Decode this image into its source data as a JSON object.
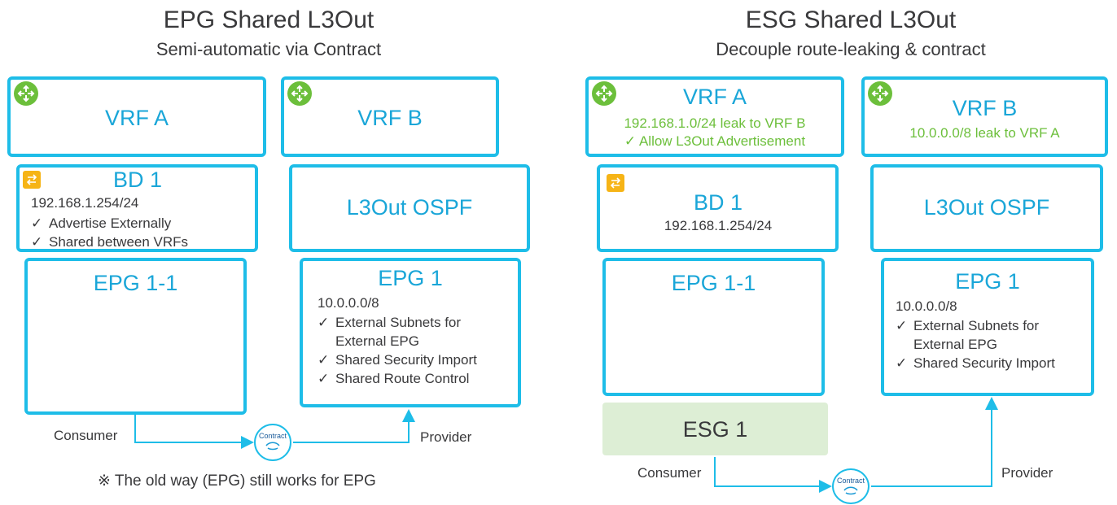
{
  "left": {
    "heading": "EPG Shared L3Out",
    "subheading": "Semi-automatic via Contract",
    "vrf_a": {
      "title": "VRF A",
      "icon": "router-icon"
    },
    "vrf_b": {
      "title": "VRF B",
      "icon": "router-icon"
    },
    "bd": {
      "title": "BD 1",
      "subnet": "192.168.1.254/24",
      "checks": [
        "Advertise Externally",
        "Shared between VRFs"
      ],
      "icon": "bridge-domain-icon"
    },
    "l3out": {
      "title": "L3Out OSPF"
    },
    "epg_consumer": {
      "title": "EPG 1-1"
    },
    "epg_provider": {
      "title": "EPG 1",
      "subnet": "10.0.0.0/8",
      "checks": [
        "External Subnets for External EPG",
        "Shared Security Import",
        "Shared Route Control"
      ]
    },
    "consumer_label": "Consumer",
    "provider_label": "Provider",
    "contract_label": "Contract",
    "footnote": "※ The old way (EPG) still works for EPG"
  },
  "right": {
    "heading": "ESG Shared L3Out",
    "subheading": "Decouple route-leaking & contract",
    "vrf_a": {
      "title": "VRF A",
      "leak": "192.168.1.0/24 leak to VRF B",
      "check": "Allow L3Out Advertisement",
      "icon": "router-icon"
    },
    "vrf_b": {
      "title": "VRF B",
      "leak": "10.0.0.0/8 leak to VRF A",
      "icon": "router-icon"
    },
    "bd": {
      "title": "BD 1",
      "subnet": "192.168.1.254/24",
      "icon": "bridge-domain-icon"
    },
    "l3out": {
      "title": "L3Out OSPF"
    },
    "epg_consumer": {
      "title": "EPG 1-1"
    },
    "epg_provider": {
      "title": "EPG 1",
      "subnet": "10.0.0.0/8",
      "checks": [
        "External Subnets for External EPG",
        "Shared Security Import"
      ]
    },
    "esg": {
      "title": "ESG 1"
    },
    "consumer_label": "Consumer",
    "provider_label": "Provider",
    "contract_label": "Contract"
  },
  "colors": {
    "box_border": "#1ebde8",
    "title_blue": "#1aa6d8",
    "router_green": "#6cbf3b",
    "bd_orange": "#f6b416",
    "esg_fill": "#ddeed5"
  }
}
